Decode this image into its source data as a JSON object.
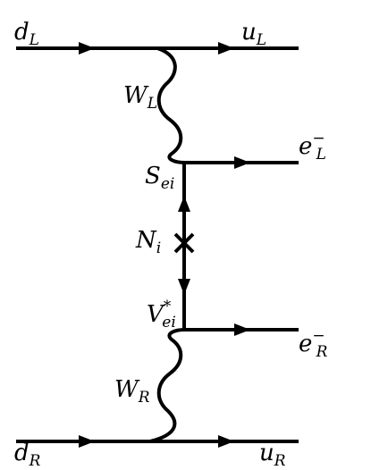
{
  "diagram": {
    "labels": {
      "d_L": {
        "main": "d",
        "sub": "L"
      },
      "u_L": {
        "main": "u",
        "sub": "L"
      },
      "W_L": {
        "main": "W",
        "sub": "L"
      },
      "e_L": {
        "main": "e",
        "sub": "L",
        "sup": "−"
      },
      "S_ei": {
        "main": "S",
        "sub": "ei"
      },
      "N_i": {
        "main": "N",
        "sub": "i"
      },
      "V_ei": {
        "main": "V",
        "sub": "ei",
        "sup": "*"
      },
      "e_R": {
        "main": "e",
        "sub": "R",
        "sup": "−"
      },
      "W_R": {
        "main": "W",
        "sub": "R"
      },
      "d_R": {
        "main": "d",
        "sub": "R"
      },
      "u_R": {
        "main": "u",
        "sub": "R"
      }
    }
  }
}
